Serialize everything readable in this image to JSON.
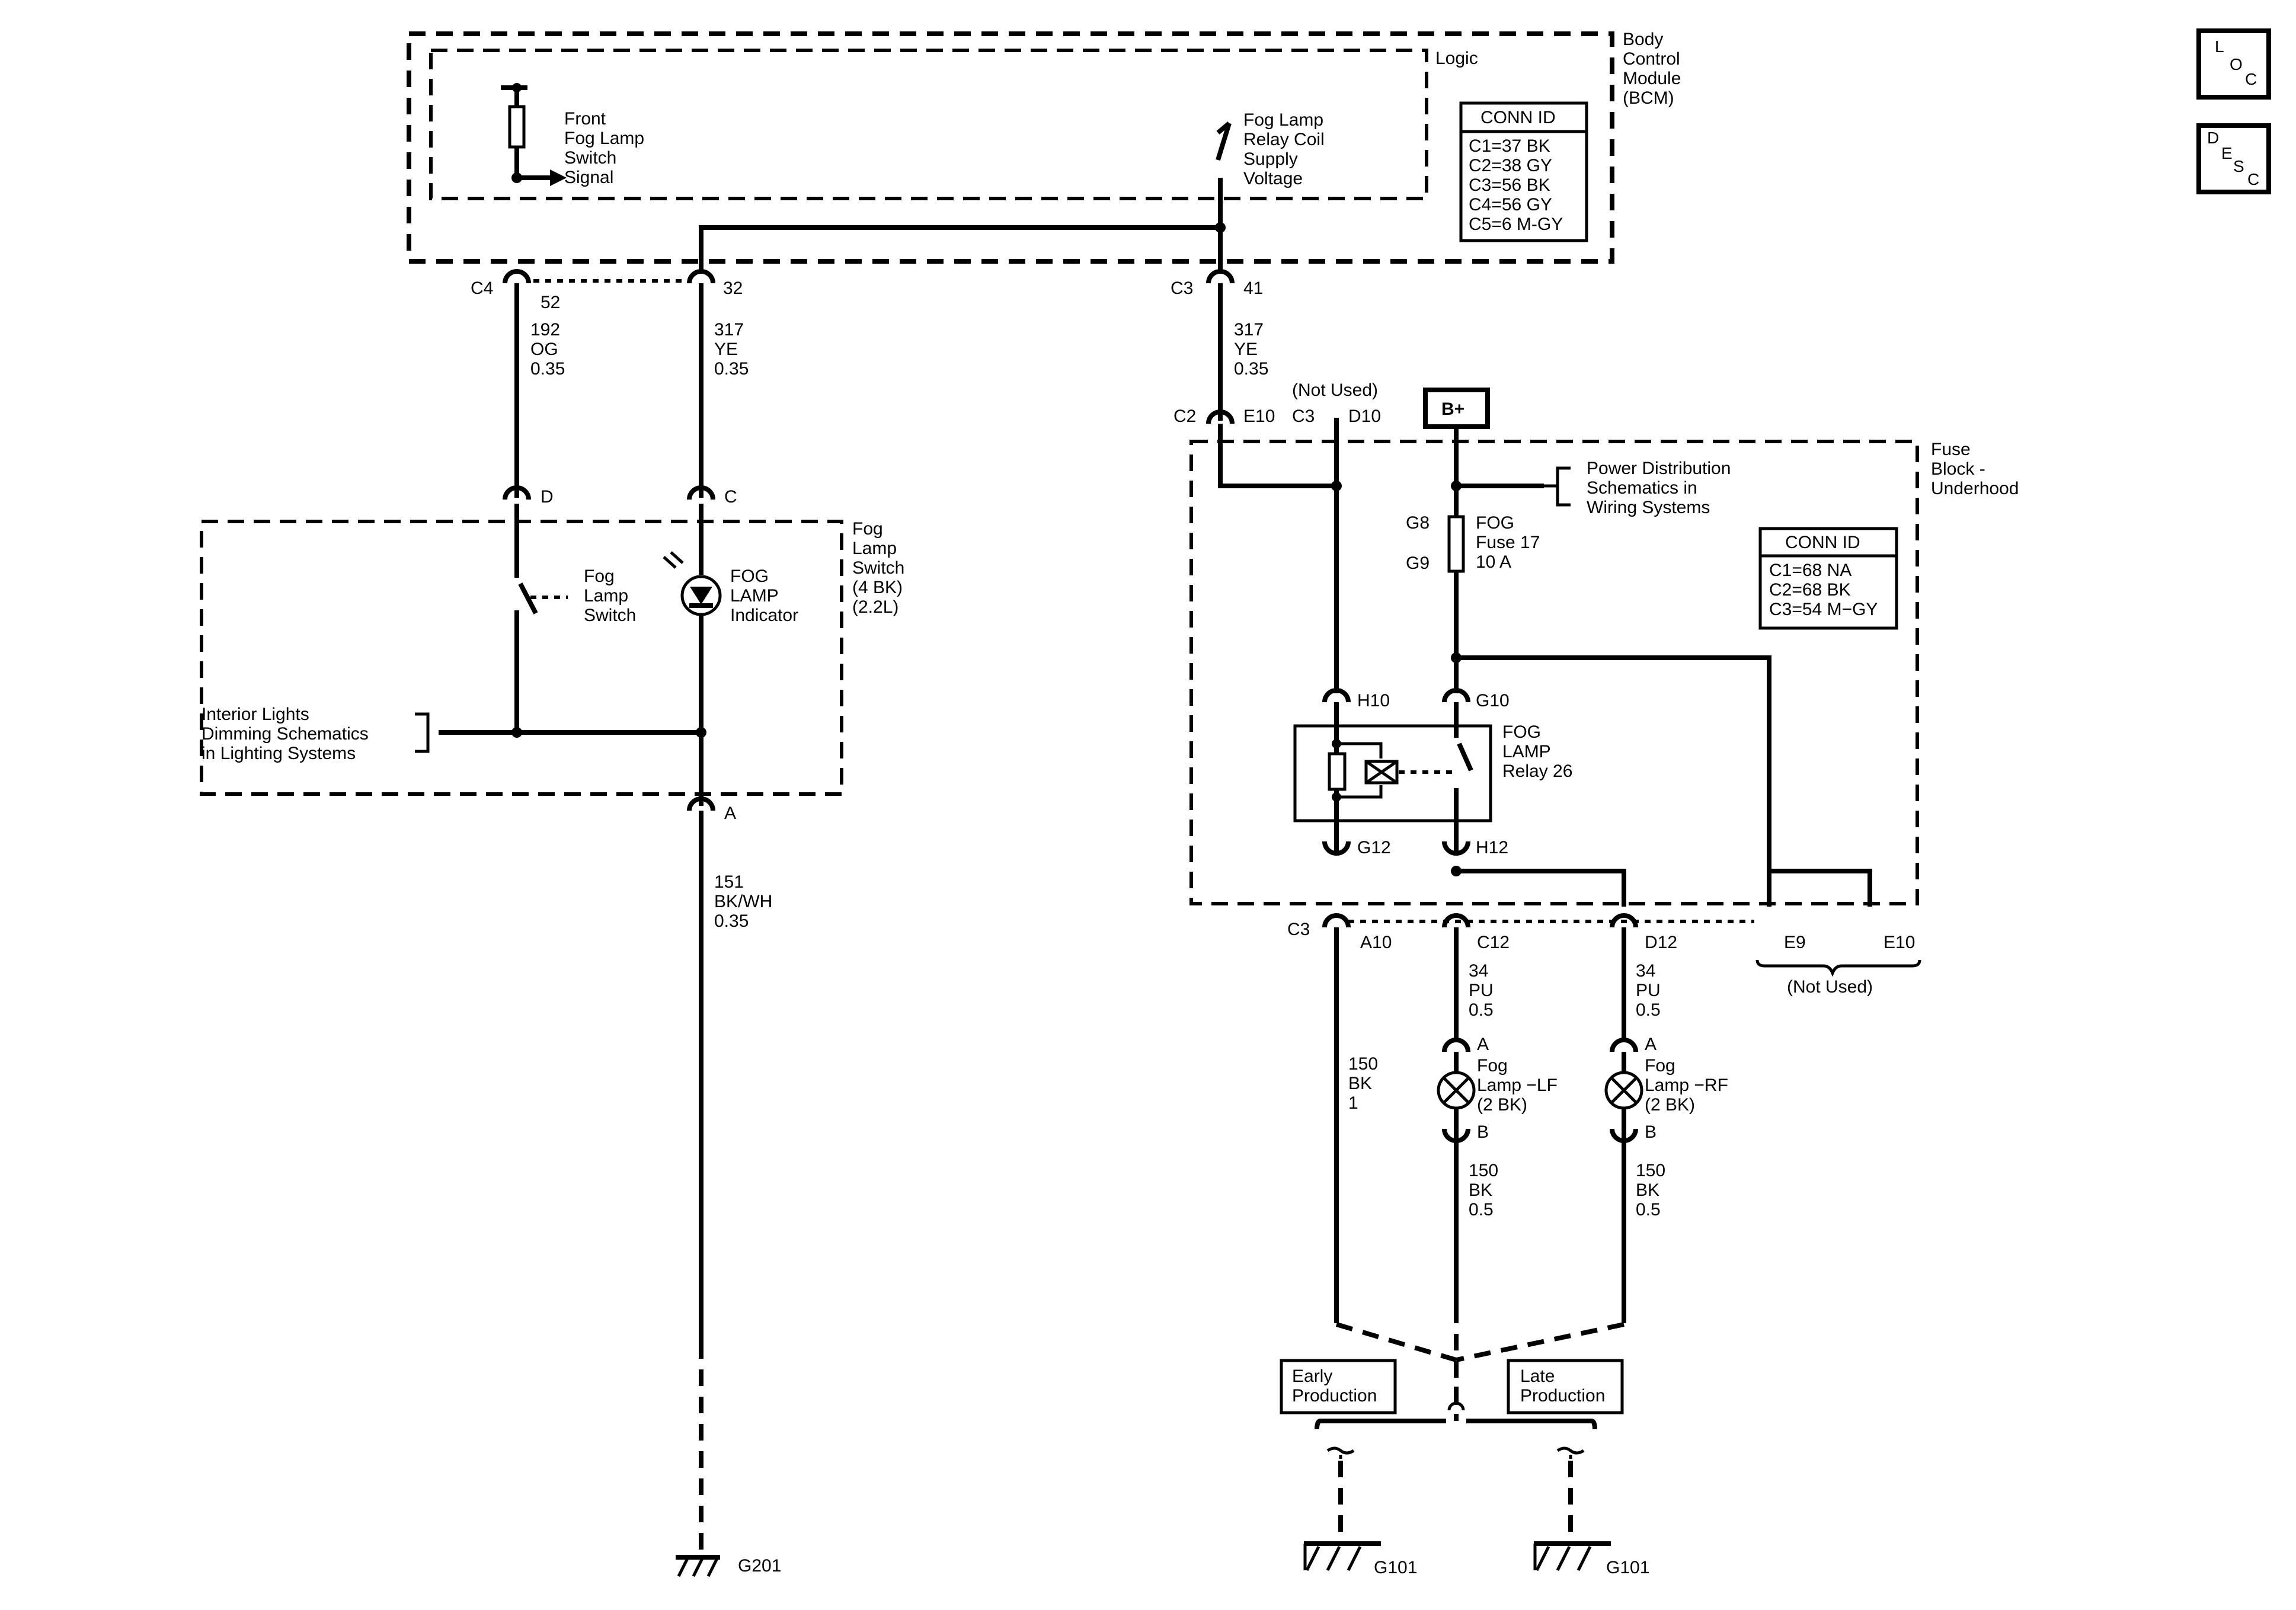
{
  "bcm": {
    "title_lines": [
      "Body",
      "Control",
      "Module",
      "(BCM)"
    ],
    "logic_label": "Logic",
    "switch_signal_lines": [
      "Front",
      "Fog Lamp",
      "Switch",
      "Signal"
    ],
    "relay_supply_lines": [
      "Fog Lamp",
      "Relay Coil",
      "Supply",
      "Voltage"
    ],
    "conn_title": "CONN ID",
    "conn_rows": [
      "C1=37 BK",
      "C2=38 GY",
      "C3=56 BK",
      "C4=56 GY",
      "C5=6 M-GY"
    ]
  },
  "connectors": {
    "c4": "C4",
    "c4_pin": "52",
    "bcm_pin_32": "32",
    "c3": "C3",
    "c3_pin": "41",
    "c2": "C2",
    "c2_pin": "E10",
    "fb_c3": "C3",
    "fb_d10": "D10",
    "not_used_top": "(Not Used)",
    "switch_d": "D",
    "switch_c": "C",
    "switch_a": "A",
    "h10": "H10",
    "g10": "G10",
    "g12": "G12",
    "h12": "H12",
    "bottom_c3": "C3",
    "a10": "A10",
    "c12": "C12",
    "d12": "D12",
    "e9": "E9",
    "e10": "E10",
    "not_used_bottom": "(Not Used)",
    "g8": "G8",
    "g9": "G9",
    "lf_a": "A",
    "lf_b": "B",
    "rf_a": "A",
    "rf_b": "B"
  },
  "wires": {
    "w192": [
      "192",
      "OG",
      "0.35"
    ],
    "w317a": [
      "317",
      "YE",
      "0.35"
    ],
    "w317b": [
      "317",
      "YE",
      "0.35"
    ],
    "w151": [
      "151",
      "BK/WH",
      "0.35"
    ],
    "w150a": [
      "150",
      "BK",
      "1"
    ],
    "w34a": [
      "34",
      "PU",
      "0.5"
    ],
    "w34b": [
      "34",
      "PU",
      "0.5"
    ],
    "w150b": [
      "150",
      "BK",
      "0.5"
    ],
    "w150c": [
      "150",
      "BK",
      "0.5"
    ]
  },
  "fog_switch": {
    "title_lines": [
      "Fog",
      "Lamp",
      "Switch",
      "(4 BK)",
      "(2.2L)"
    ],
    "switch_lines": [
      "Fog",
      "Lamp",
      "Switch"
    ],
    "indicator_lines": [
      "FOG",
      "LAMP",
      "Indicator"
    ],
    "dimming_lines": [
      "Interior Lights",
      "Dimming Schematics",
      "in Lighting Systems"
    ]
  },
  "fuse_block": {
    "title_lines": [
      "Fuse",
      "Block -",
      "Underhood"
    ],
    "power_dist_lines": [
      "Power Distribution",
      "Schematics in",
      "Wiring Systems"
    ],
    "bplus": "B+",
    "fuse_lines": [
      "FOG",
      "Fuse 17",
      "10 A"
    ],
    "relay_lines": [
      "FOG",
      "LAMP",
      "Relay 26"
    ],
    "conn_title": "CONN ID",
    "conn_rows": [
      "C1=68 NA",
      "C2=68 BK",
      "C3=54 M−GY"
    ]
  },
  "lamps": {
    "lf_lines": [
      "Fog",
      "Lamp −LF",
      "(2 BK)"
    ],
    "rf_lines": [
      "Fog",
      "Lamp −RF",
      "(2 BK)"
    ]
  },
  "grounds": {
    "g201": "G201",
    "g101_left": "G101",
    "g101_right": "G101",
    "early": [
      "Early",
      "Production"
    ],
    "late": [
      "Late",
      "Production"
    ]
  },
  "legend": {
    "loc": [
      "L",
      "O",
      "C"
    ],
    "desc": [
      "D",
      "E",
      "S",
      "C"
    ]
  }
}
